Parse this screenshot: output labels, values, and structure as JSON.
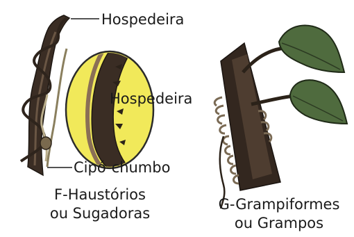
{
  "labels": {
    "host_top": "Hospedeira",
    "host_inset": "Hospedeira",
    "parasite": "Cipó-chumbo"
  },
  "captions": {
    "f_line1": "F-Haustórios",
    "f_line2": "ou Sugadoras",
    "g_line1": "G-Grampiformes",
    "g_line2": "ou Grampos"
  },
  "colors": {
    "inset_fill": "#f1e95a",
    "inset_outline": "#2b2b2b",
    "bark": "#3a2d24",
    "bark_mid": "#6a5644",
    "stem_light": "#b9ad8a",
    "leaf": "#4f6b3e",
    "leaf_edge": "#1f2a17"
  }
}
